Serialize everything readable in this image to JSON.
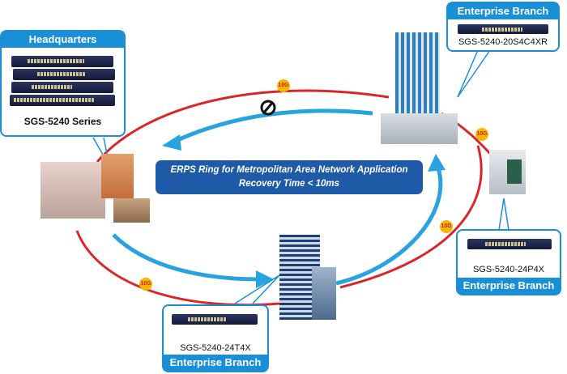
{
  "banner": {
    "line1": "ERPS Ring for Metropolitan Area Network Application",
    "line2": "Recovery Time < 10ms"
  },
  "sites": {
    "headquarters": {
      "header": "Headquarters",
      "model": "SGS-5240 Series"
    },
    "branch_top_right": {
      "header": "Enterprise Branch",
      "model": "SGS-5240-20S4C4XR"
    },
    "branch_right": {
      "header": "Enterprise Branch",
      "model": "SGS-5240-24P4X"
    },
    "branch_bottom": {
      "header": "Enterprise Branch",
      "model": "SGS-5240-24T4X"
    }
  },
  "links": {
    "speed_label": "10G",
    "badges": [
      "10G",
      "10G",
      "10G",
      "10G"
    ],
    "blocked_link_icon": "no-entry-icon"
  },
  "colors": {
    "ring_link": "#d9262b",
    "traffic_flow": "#29a3e0",
    "callout": "#1a8fd6",
    "banner": "#1f5aa8",
    "badge": "#f7b500"
  }
}
